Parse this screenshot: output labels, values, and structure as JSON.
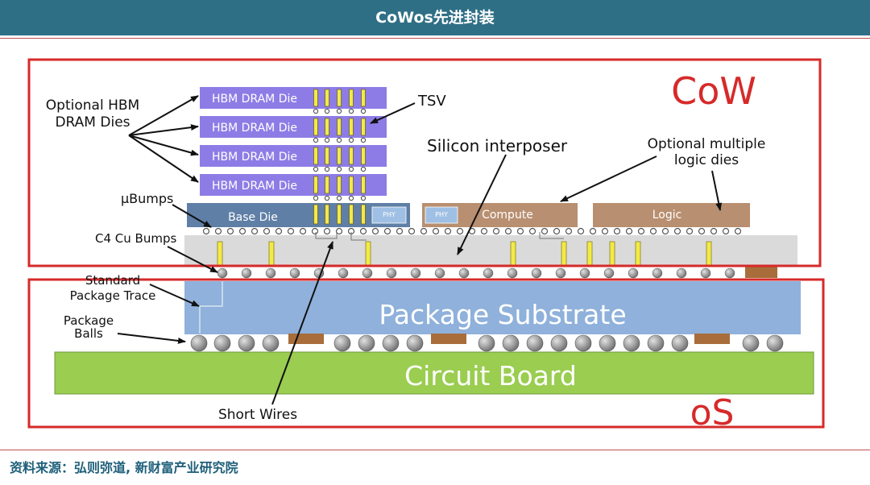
{
  "header": {
    "title": "CoWos先进封装"
  },
  "diagram": {
    "cow_label": "CoW",
    "os_label": "oS",
    "hbm_die_label": "HBM DRAM Die",
    "base_die_label": "Base Die",
    "phy_label": "PHY",
    "compute_label": "Compute",
    "logic_label": "Logic",
    "package_substrate_label": "Package Substrate",
    "circuit_board_label": "Circuit Board",
    "callouts": {
      "optional_hbm_line1": "Optional HBM",
      "optional_hbm_line2": "DRAM Dies",
      "tsv": "TSV",
      "silicon_interposer": "Silicon interposer",
      "optional_logic_line1": "Optional multiple",
      "optional_logic_line2": "logic dies",
      "ubumps": "µBumps",
      "c4_bumps": "C4 Cu Bumps",
      "standard_trace_line1": "Standard",
      "standard_trace_line2": "Package Trace",
      "package_balls_line1": "Package",
      "package_balls_line2": "Balls",
      "short_wires": "Short Wires"
    },
    "colors": {
      "frame_red": "#d62a2a",
      "hbm_purple": "#8e7ce6",
      "base_die_blue": "#5f7fa6",
      "compute_brown": "#b88f70",
      "substrate_blue": "#8fb1db",
      "board_green": "#9acd50",
      "tsv_yellow": "#f2ea47",
      "interposer_gray": "#dadada"
    }
  },
  "footer": {
    "source": "资料来源：弘则弥道, 新财富产业研究院"
  }
}
